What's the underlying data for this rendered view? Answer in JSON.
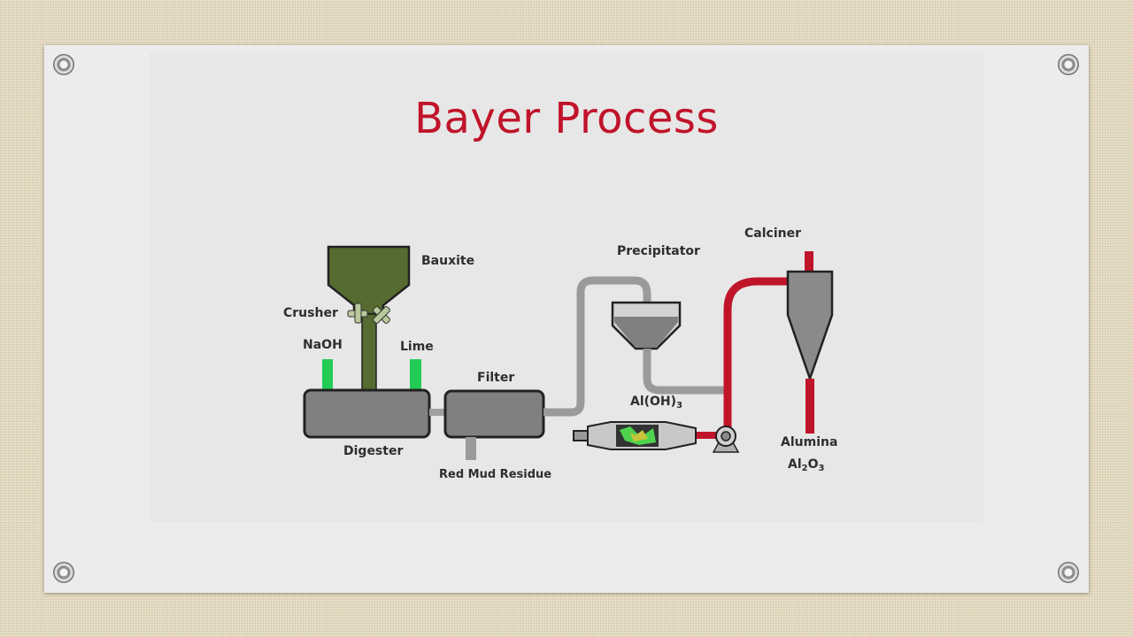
{
  "slide": {
    "title": "Bayer Process"
  },
  "diagram": {
    "labels": {
      "bauxite": "Bauxite",
      "crusher": "Crusher",
      "naoh": "NaOH",
      "lime": "Lime",
      "digester": "Digester",
      "filter": "Filter",
      "red_mud": "Red Mud Residue",
      "precipitator": "Precipitator",
      "aloh3": "Al(OH)",
      "aloh3_sub": "3",
      "calciner": "Calciner",
      "alumina": "Alumina",
      "al2o3_al": "Al",
      "al2o3_2": "2",
      "al2o3_o": "O",
      "al2o3_3": "3"
    },
    "colors": {
      "title": "#c0142a",
      "hopper": "#556b2f",
      "reagent_pipe": "#22cc55",
      "process_pipe": "#9a9a9a",
      "hot_pipe": "#c0142a",
      "vessel": "#808080",
      "outline": "#222222"
    }
  }
}
